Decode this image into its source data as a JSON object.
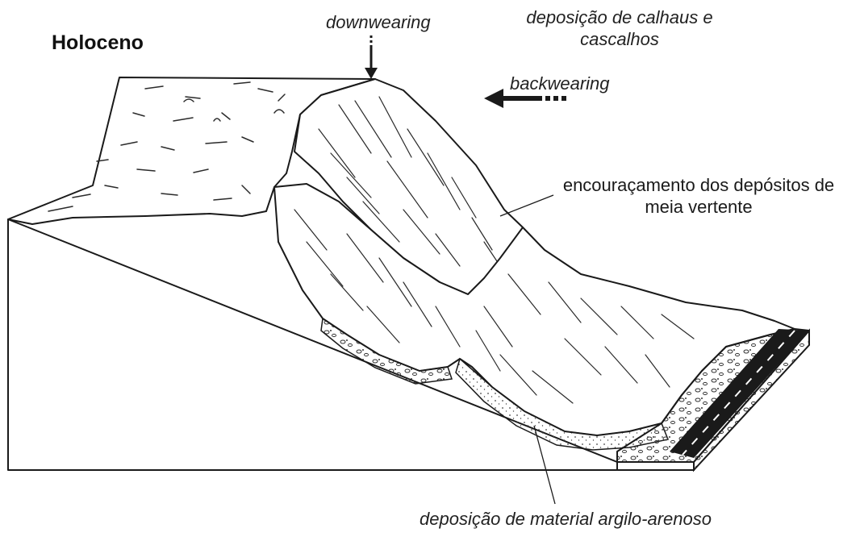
{
  "diagram": {
    "title": "Holoceno",
    "labels": {
      "downwearing": "downwearing",
      "deposicao_calhaus": "deposição de calhaus e cascalhos",
      "backwearing": "backwearing",
      "encouracamento": "encouraçamento dos depósitos de meia vertente",
      "deposicao_argilo": "deposição de material argilo-arenoso"
    },
    "colors": {
      "ink": "#1a1a1a",
      "paper": "#ffffff",
      "road": "#1a1a1a"
    }
  }
}
